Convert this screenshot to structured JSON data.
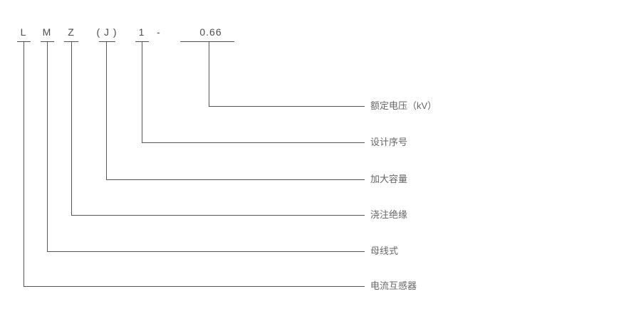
{
  "diagram": {
    "description": "model-code-explanation",
    "model_code": {
      "separator": "-",
      "items": [
        {
          "code": "L",
          "meaning": "电流互感器"
        },
        {
          "code": "M",
          "meaning": "母线式"
        },
        {
          "code": "Z",
          "meaning": "浇注绝缘"
        },
        {
          "code": "( J )",
          "meaning": "加大容量"
        },
        {
          "code": "1",
          "meaning": "设计序号"
        },
        {
          "code": "0.66",
          "meaning": "额定电压（kV）"
        }
      ]
    },
    "colors": {
      "line": "#555555",
      "code_text": "#4d4d4d",
      "label_text": "#666666",
      "background": "#ffffff"
    }
  }
}
